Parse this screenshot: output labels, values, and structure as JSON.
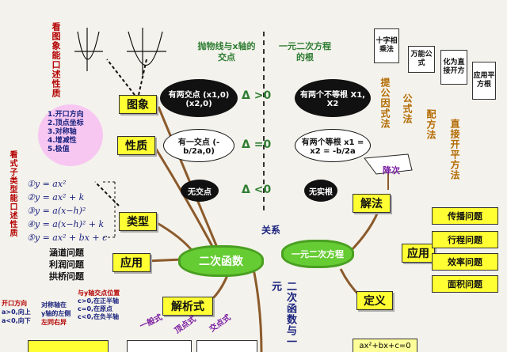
{
  "left_vertical": "看图象能口述性质",
  "left_vertical2": "看式子类型能口述性质",
  "properties": [
    "1.开口方向",
    "2.顶点坐标",
    "3.对称轴",
    "4.增减性",
    "5.极值"
  ],
  "labels": {
    "image": "图象",
    "nature": "性质",
    "type": "类型",
    "application": "应用",
    "function": "二次函数",
    "equation": "一元二次方程",
    "relation": "关系",
    "solution": "解法",
    "apply_right": "应用",
    "definition": "定义",
    "analytic": "解析式",
    "reduce": "降次"
  },
  "header_left": "抛物线与x轴的交点",
  "header_right": "一元二次方程的根",
  "rows": [
    {
      "left": "有两交点 (x1,0) (x2,0)",
      "delta": "Δ >0",
      "right": "有两个不等根 X1, X2"
    },
    {
      "left": "有一交点 (-b/2a,0)",
      "delta": "Δ =0",
      "right": "有两个等根 x1 = x2 = -b/2a"
    },
    {
      "left": "无交点",
      "delta": "Δ <0",
      "right": "无实根"
    }
  ],
  "forms": [
    "①y = ax²",
    "②y = ax² + k",
    "③y = a(x−h)²",
    "④y = a(x−h)² + k",
    "⑤y = ax² + bx + c"
  ],
  "applications_left": [
    "涵道问题",
    "利润问题",
    "拱桥问题"
  ],
  "applications_right": [
    "传播问题",
    "行程问题",
    "效率问题",
    "面积问题"
  ],
  "methods": [
    {
      "box": "十字相乘法",
      "label": "提公因式法"
    },
    {
      "box": "万能公式",
      "label": "公式法"
    },
    {
      "box": "化为直接开方",
      "label": "配方法"
    },
    {
      "box": "应用平方根",
      "label": "直接开平方法"
    }
  ],
  "bottom_vertical": "二次函数与一元",
  "bottom_left_notes": [
    "开口方向",
    "a>0,向上",
    "a<0,向下"
  ],
  "bottom_mid_notes": [
    "对称轴在",
    "y轴的左侧",
    "左同右异"
  ],
  "bottom_right_notes": [
    "与y轴交点位置",
    "c>0,在正半轴",
    "c=0,在原点",
    "c<0,在负半轴"
  ],
  "equation_form": "ax²+bx+c=0",
  "branch_labels": [
    "一般式",
    "顶点式",
    "交点式"
  ]
}
